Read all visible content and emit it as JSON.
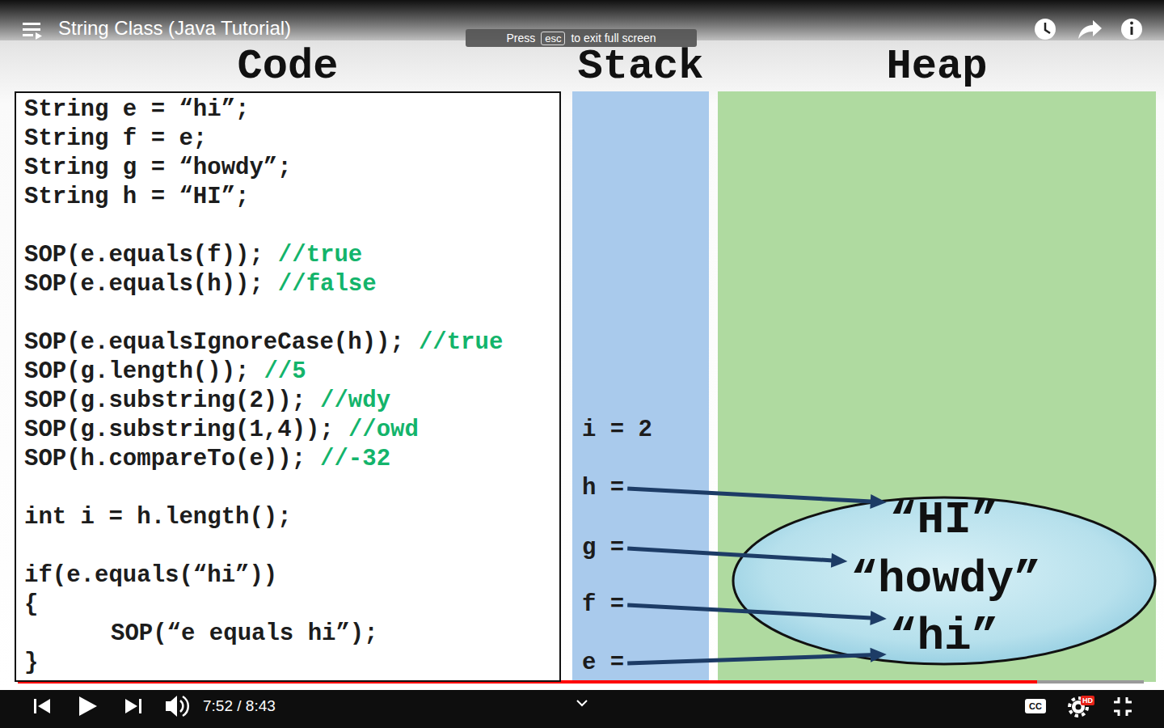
{
  "diagram": {
    "title": "String Class (Java Tutorial)",
    "nodes": [
      {
        "text": [
          "Code",
          "String e = “hi”;",
          "String f = e;",
          "String g = “howdy”;",
          "String h = “HI”;",
          "SOP(e.equals(f));",
          "//true",
          "SOP(e.equals(h));",
          "//false",
          "SOP(e.equalsIgnoreCase(h));",
          "//true",
          "SOP(g.length());",
          "//5",
          "SOP(g.substring(2));",
          "//wdy",
          "SOP(g.substring(1,4));",
          "//owd",
          "SOP(h.compareTo(e));",
          "//-32",
          "int i = h.length();",
          "if(e.equals(“hi”))",
          "{",
          "SOP(“e equals hi”);",
          "}"
        ]
      },
      {
        "text": [
          "Stack"
        ]
      },
      {
        "text": [
          "i = 2"
        ],
        "in": 1
      },
      {
        "text": [
          "h ="
        ],
        "in": 1
      },
      {
        "text": [
          "g ="
        ],
        "in": 1
      },
      {
        "text": [
          "f ="
        ],
        "in": 1
      },
      {
        "text": [
          "e ="
        ],
        "in": 1
      },
      {
        "text": [
          "Heap"
        ]
      },
      {
        "text": [
          "“HI”"
        ],
        "in": 7
      },
      {
        "text": [
          "“howdy”"
        ],
        "in": 7
      },
      {
        "text": [
          "“hi”"
        ],
        "in": 7
      }
    ],
    "edges": [
      {
        "from": 3,
        "to": 8,
        "arrow": "to"
      },
      {
        "from": 4,
        "to": 9,
        "arrow": "to"
      },
      {
        "from": 5,
        "to": 10,
        "arrow": "to"
      },
      {
        "from": 6,
        "to": 10,
        "arrow": "to"
      }
    ],
    "labels": [
      "Press",
      "esc",
      "to exit full screen",
      "7:52 / 8:43",
      "CC",
      "HD"
    ]
  }
}
